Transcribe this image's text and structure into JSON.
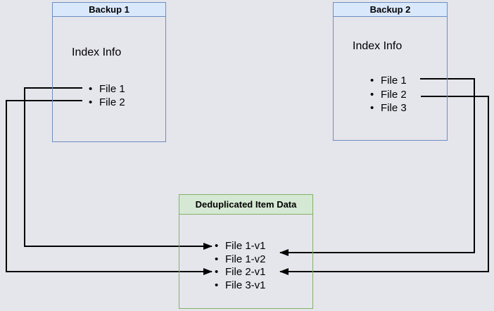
{
  "diagram": {
    "type": "backup-deduplication-diagram",
    "background_color": "#e5e5ec",
    "connector_color": "#000000"
  },
  "backup1": {
    "title": "Backup 1",
    "subtitle": "Index Info",
    "items": [
      "File 1",
      "File 2"
    ],
    "header_fill": "#dae8fc",
    "border_color": "#6c8ebf"
  },
  "backup2": {
    "title": "Backup 2",
    "subtitle": "Index Info",
    "items": [
      "File 1",
      "File 2",
      "File 3"
    ],
    "header_fill": "#dae8fc",
    "border_color": "#6c8ebf"
  },
  "dedup": {
    "title": "Deduplicated Item Data",
    "items": [
      "File 1-v1",
      "File 1-v2",
      "File 2-v1",
      "File 3-v1"
    ],
    "header_fill": "#d5e8d4",
    "border_color": "#82b366"
  },
  "connections": [
    {
      "from": "Backup 1 / File 1",
      "to": "Deduplicated Item Data / File 1-v1"
    },
    {
      "from": "Backup 1 / File 2",
      "to": "Deduplicated Item Data / File 2-v1"
    },
    {
      "from": "Backup 2 / File 1",
      "to": "Deduplicated Item Data / File 1-v2"
    },
    {
      "from": "Backup 2 / File 2",
      "to": "Deduplicated Item Data / File 2-v1"
    }
  ]
}
